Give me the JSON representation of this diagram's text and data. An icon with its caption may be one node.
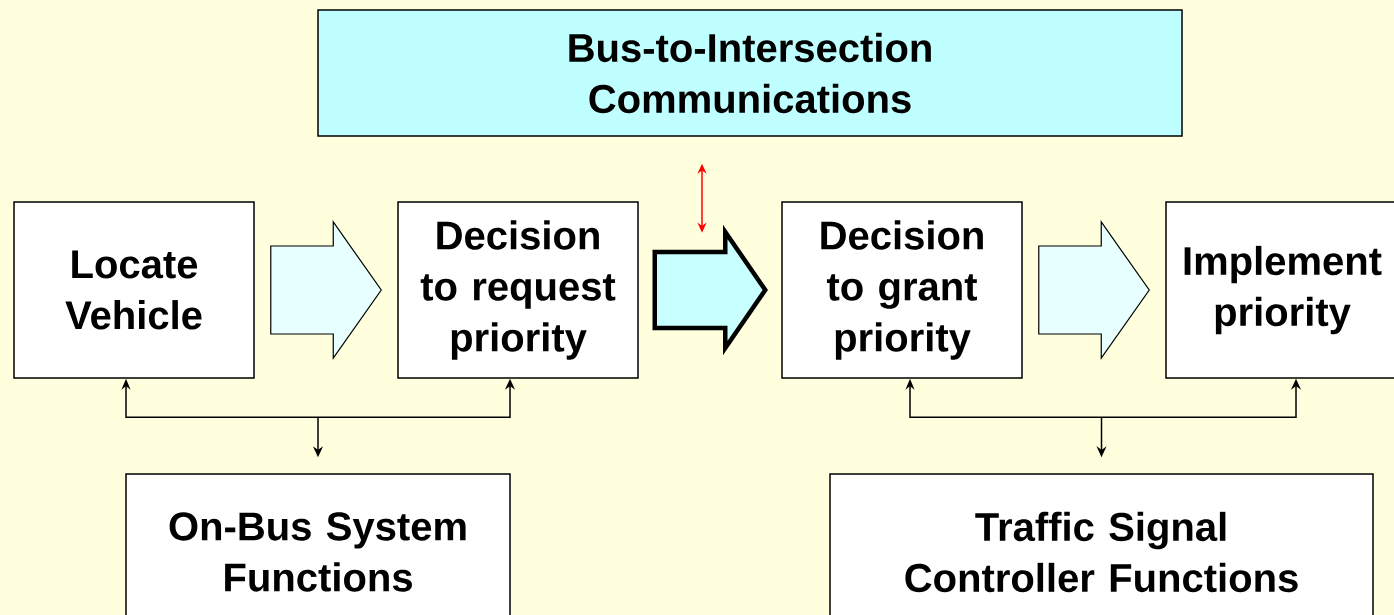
{
  "diagram": {
    "nodes": [
      {
        "text": [
          "Bus-to-Intersection Communications"
        ]
      },
      {
        "text": [
          "Locate Vehicle"
        ]
      },
      {
        "text": [
          "Decision to request priority"
        ]
      },
      {
        "text": [
          "Decision to grant priority"
        ]
      },
      {
        "text": [
          "Implement priority"
        ]
      },
      {
        "text": [
          "On-Bus System Functions"
        ]
      },
      {
        "text": [
          "Traffic Signal Controller Functions"
        ]
      }
    ],
    "edges": [
      {
        "from": 1,
        "to": 2,
        "arrow": "to"
      },
      {
        "from": 2,
        "to": 3,
        "arrow": "to",
        "style": "thick"
      },
      {
        "from": 3,
        "to": 4,
        "arrow": "to"
      },
      {
        "from": 5,
        "to": 1,
        "arrow": "both"
      },
      {
        "from": 5,
        "to": 2,
        "arrow": "both"
      },
      {
        "from": 6,
        "to": 3,
        "arrow": "both"
      },
      {
        "from": 6,
        "to": 4,
        "arrow": "both"
      }
    ]
  }
}
